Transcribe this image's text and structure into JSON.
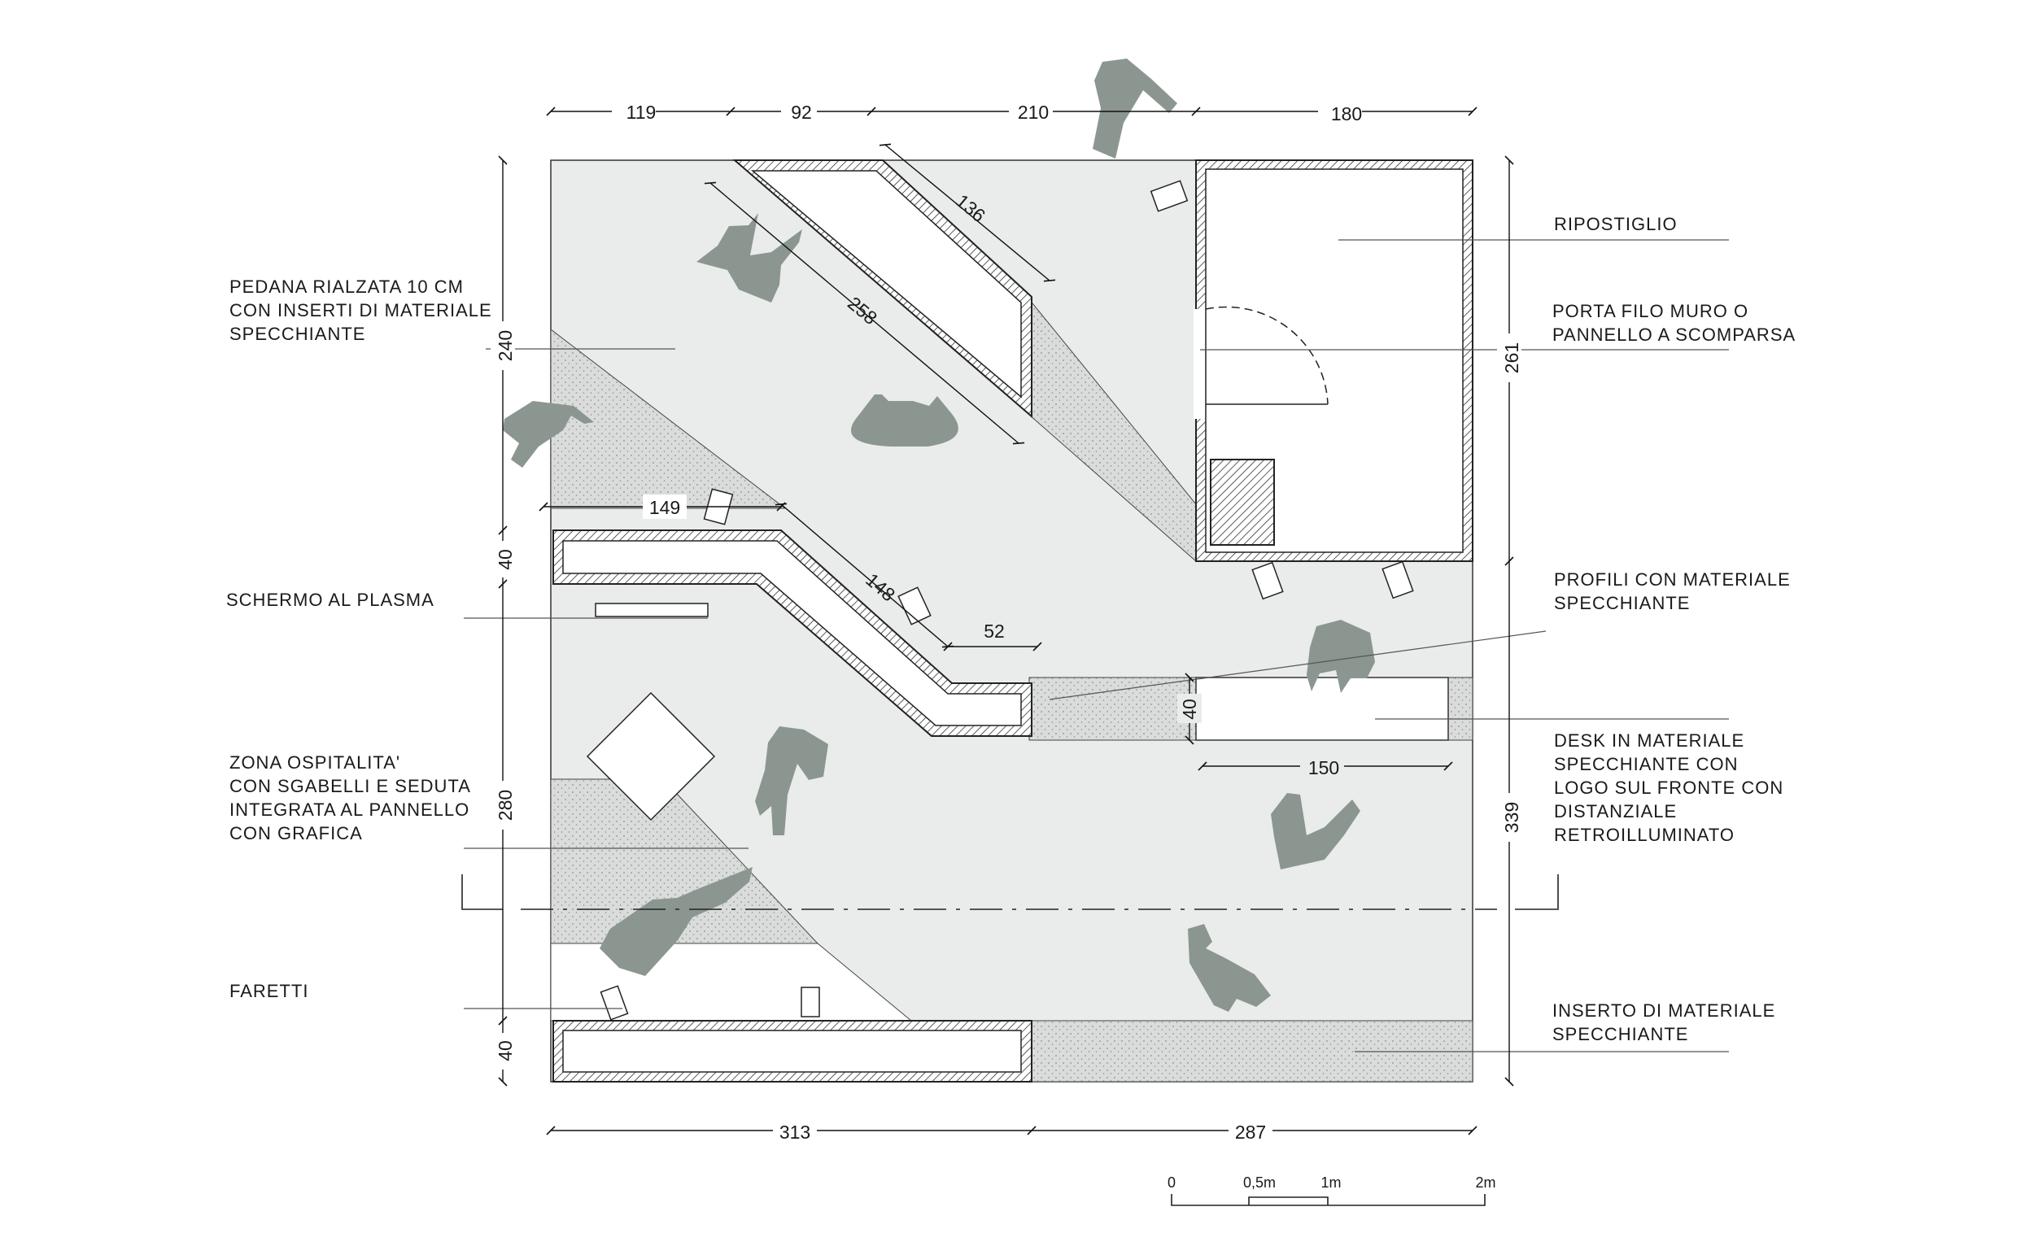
{
  "dimensions": {
    "top": [
      "119",
      "92",
      "210",
      "180"
    ],
    "left": [
      "240",
      "40",
      "280",
      "40"
    ],
    "right": [
      "261",
      "339"
    ],
    "bottom": [
      "313",
      "287"
    ],
    "inner": [
      "136",
      "258",
      "149",
      "148",
      "52",
      "40",
      "150"
    ]
  },
  "labels": {
    "pedana": [
      "PEDANA RIALZATA 10 CM",
      "CON INSERTI DI MATERIALE",
      "SPECCHIANTE"
    ],
    "schermo": [
      "SCHERMO AL PLASMA"
    ],
    "zona": [
      "ZONA OSPITALITA'",
      "CON SGABELLI E SEDUTA",
      "INTEGRATA AL PANNELLO",
      "CON GRAFICA"
    ],
    "faretti": [
      "FARETTI"
    ],
    "ripostiglio": [
      "RIPOSTIGLIO"
    ],
    "porta": [
      "PORTA FILO MURO O",
      "PANNELLO A SCOMPARSA"
    ],
    "profili": [
      "PROFILI CON MATERIALE",
      "SPECCHIANTE"
    ],
    "desk": [
      "DESK IN MATERIALE",
      "SPECCHIANTE CON",
      "LOGO SUL FRONTE CON",
      "DISTANZIALE",
      "RETROILLUMINATO"
    ],
    "inserto": [
      "INSERTO DI MATERIALE",
      "SPECCHIANTE"
    ]
  },
  "scale_bar": [
    "0",
    "0,5m",
    "1m",
    "2m"
  ],
  "colors": {
    "floor": "#e9ecea",
    "wall": "#222222",
    "figure": "#8c9690",
    "dotted": "#d6d9d7"
  }
}
